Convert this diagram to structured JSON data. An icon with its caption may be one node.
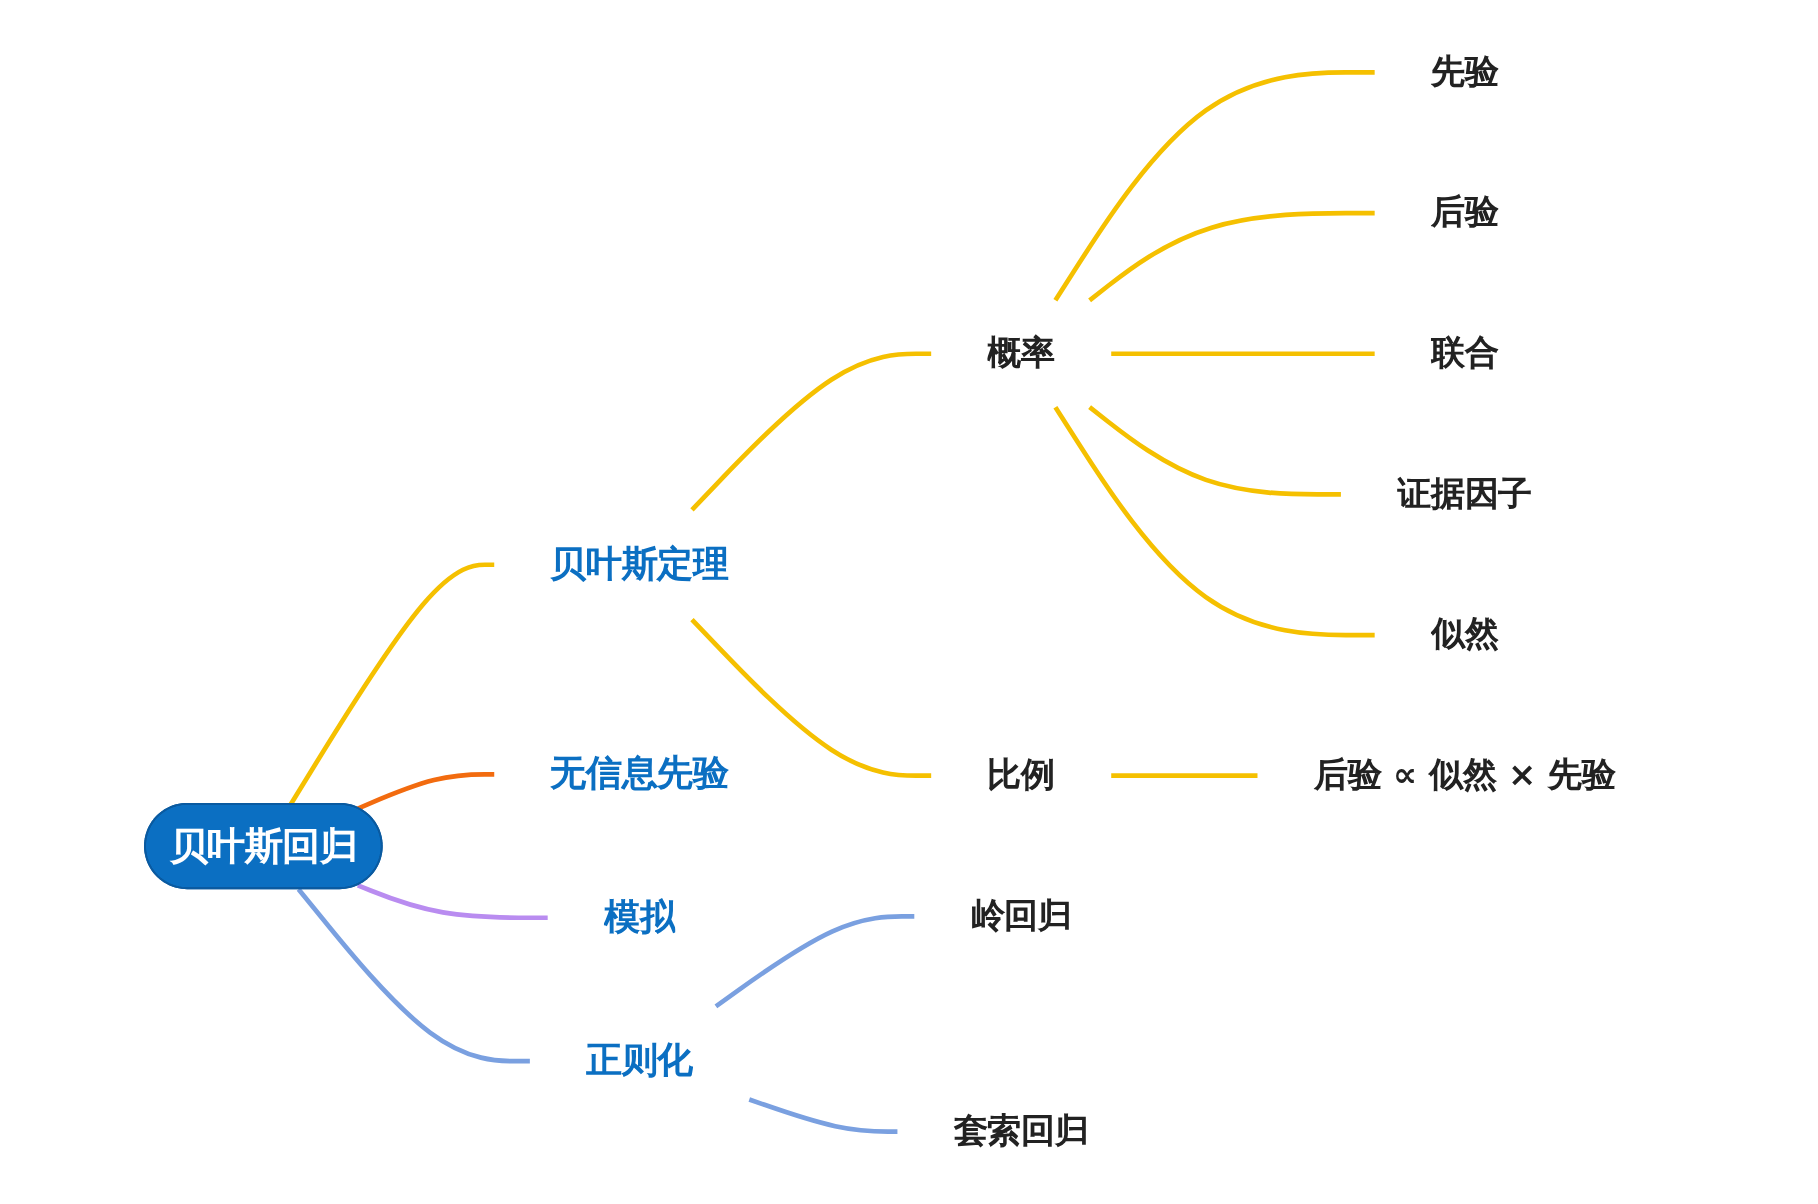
{
  "diagram": {
    "nodes": [
      {
        "text": [
          "贝叶斯回归"
        ]
      },
      {
        "text": [
          "贝叶斯定理"
        ]
      },
      {
        "text": [
          "概率"
        ]
      },
      {
        "text": [
          "先验"
        ]
      },
      {
        "text": [
          "后验"
        ]
      },
      {
        "text": [
          "联合"
        ]
      },
      {
        "text": [
          "证据因子"
        ]
      },
      {
        "text": [
          "似然"
        ]
      },
      {
        "text": [
          "比例"
        ]
      },
      {
        "text": [
          "后验 ∝ 似然 × 先验"
        ]
      },
      {
        "text": [
          "无信息先验"
        ]
      },
      {
        "text": [
          "模拟"
        ]
      },
      {
        "text": [
          "正则化"
        ]
      },
      {
        "text": [
          "岭回归"
        ]
      },
      {
        "text": [
          "套索回归"
        ]
      }
    ],
    "edges": [
      {
        "from": 0,
        "to": 1,
        "arrow": "none"
      },
      {
        "from": 1,
        "to": 2,
        "arrow": "none"
      },
      {
        "from": 2,
        "to": 3,
        "arrow": "none"
      },
      {
        "from": 2,
        "to": 4,
        "arrow": "none"
      },
      {
        "from": 2,
        "to": 5,
        "arrow": "none"
      },
      {
        "from": 2,
        "to": 6,
        "arrow": "none"
      },
      {
        "from": 2,
        "to": 7,
        "arrow": "none"
      },
      {
        "from": 1,
        "to": 8,
        "arrow": "none"
      },
      {
        "from": 8,
        "to": 9,
        "arrow": "none"
      },
      {
        "from": 0,
        "to": 10,
        "arrow": "none",
        "color": "#f26b0f"
      },
      {
        "from": 0,
        "to": 11,
        "arrow": "none",
        "color": "#b98cf0"
      },
      {
        "from": 0,
        "to": 12,
        "arrow": "none",
        "color": "#7aa0e0"
      },
      {
        "from": 12,
        "to": 13,
        "arrow": "none",
        "color": "#7aa0e0"
      },
      {
        "from": 12,
        "to": 14,
        "arrow": "none",
        "color": "#7aa0e0"
      }
    ]
  }
}
